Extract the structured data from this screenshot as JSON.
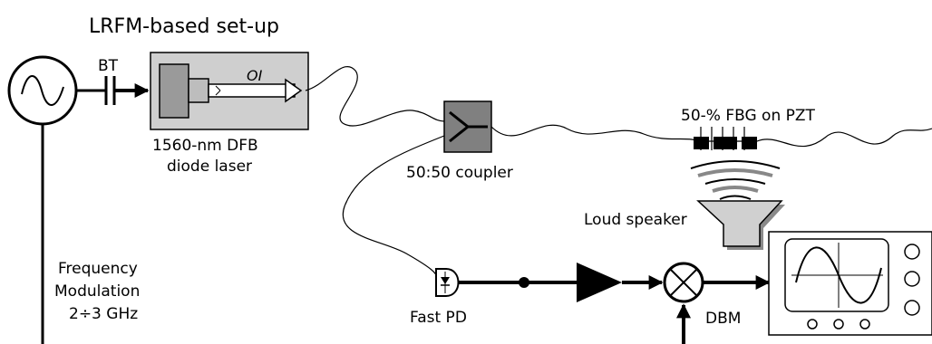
{
  "title": "LRFM-based set-up",
  "labels": {
    "bt": "BT",
    "oi": "OI",
    "laser_line1": "1560-nm DFB",
    "laser_line2": "diode laser",
    "coupler": "50:50 coupler",
    "fbg": "50-% FBG on PZT",
    "speaker": "Loud speaker",
    "fm_line1": "Frequency",
    "fm_line2": "Modulation",
    "fm_line3": "2÷3 GHz",
    "pd": "Fast PD",
    "dbm": "DBM"
  },
  "colors": {
    "laser_box": "#cfcfcf",
    "laser_box_dark": "#9a9a9a",
    "coupler_box": "#808080",
    "speaker": "#d0d0d0",
    "speaker_shadow": "#8a8a8a"
  }
}
